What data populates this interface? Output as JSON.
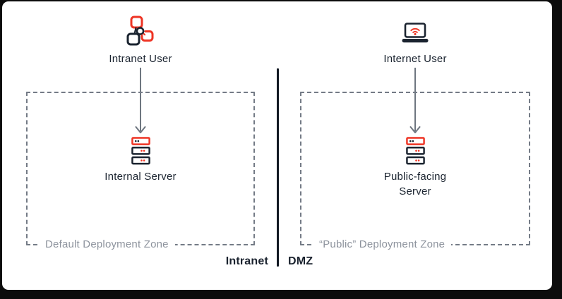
{
  "frame": {
    "background": "#0c0c0c",
    "card_background": "#ffffff"
  },
  "palette": {
    "accent_red": "#ee3424",
    "ink_navy": "#1b2430",
    "arrow_gray": "#6e7680",
    "dash_gray": "#747b86",
    "zone_label_gray": "#8d939d"
  },
  "left": {
    "user_label": "Intranet User",
    "user_icon": "network-nodes-icon",
    "server_label": "Internal Server",
    "server_icon": "server-stack-icon",
    "zone_label": "Default Deployment Zone",
    "network_label": "Intranet"
  },
  "right": {
    "user_label": "Internet User",
    "user_icon": "laptop-wifi-icon",
    "server_label": "Public-facing Server",
    "server_icon": "server-stack-icon",
    "zone_label": "“Public” Deployment Zone",
    "network_label": "DMZ"
  }
}
